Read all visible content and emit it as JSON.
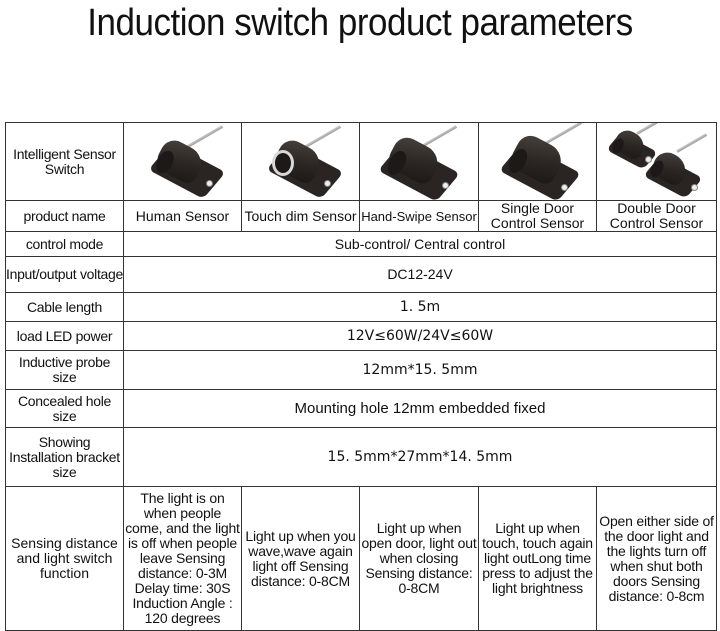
{
  "page": {
    "title": "Induction switch product parameters"
  },
  "table": {
    "header_label": "Intelligent Sensor Switch",
    "products": [
      {
        "image": "human-sensor-image",
        "name": "Human Sensor"
      },
      {
        "image": "touch-dim-sensor-image",
        "name": "Touch dim Sensor"
      },
      {
        "image": "hand-swipe-sensor-image",
        "name": "Hand-Swipe Sensor"
      },
      {
        "image": "single-door-sensor-image",
        "name": "Single Door Control Sensor"
      },
      {
        "image": "double-door-sensor-image",
        "name": "Double Door Control Sensor"
      }
    ],
    "rows": {
      "product_name_label": "product name",
      "control_mode": {
        "label": "control mode",
        "value": "Sub-control/ Central control"
      },
      "voltage": {
        "label": "Input/output voltage",
        "value": "DC12-24V"
      },
      "cable_length": {
        "label": "Cable length",
        "value": "1. 5m"
      },
      "load_power": {
        "label": "load LED power",
        "value": "12V≤60W/24V≤60W"
      },
      "probe_size": {
        "label": "Inductive probe size",
        "value": "12mm*15. 5mm"
      },
      "hole_size": {
        "label": "Concealed hole size",
        "value": "Mounting hole 12mm embedded fixed"
      },
      "bracket_size": {
        "label": "Showing Installation bracket size",
        "value": "15. 5mm*27mm*14. 5mm"
      },
      "function": {
        "label": "Sensing distance and light switch function",
        "values": [
          "The light is on when people come, and the light is off when people leave Sensing distance: 0-3M Delay time: 30S Induction Angle : 120 degrees",
          "Light up when you wave,wave again light off Sensing distance: 0-8CM",
          "Light up when open door, light out when closing Sensing distance: 0-8CM",
          "Light up when touch, touch again light outLong time press to adjust the light brightness",
          "Open either side of the door light and the lights turn off when shut both doors Sensing distance: 0-8cm"
        ]
      }
    }
  }
}
